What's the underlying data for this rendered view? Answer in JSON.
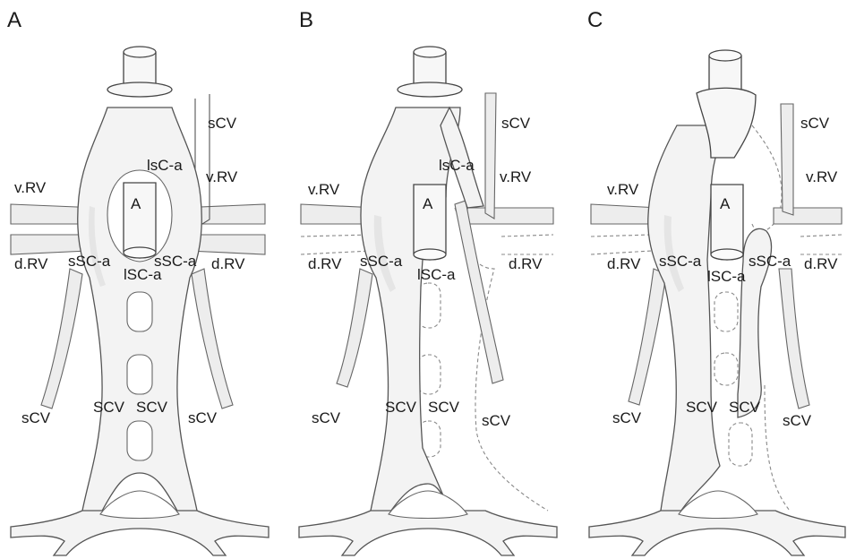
{
  "panels": [
    {
      "letter": "A",
      "labels": {
        "scv_top": "sCV",
        "vrv_right": "v.RV",
        "vrv_left": "v.RV",
        "lsca_top": "lsC-a",
        "aorta": "A",
        "drv_left": "d.RV",
        "drv_right": "d.RV",
        "ssca_left": "sSC-a",
        "ssca_right": "sSC-a",
        "lsca_bottom": "lSC-a",
        "scv_left": "sCV",
        "scv_right": "sCV",
        "scv_mid_left": "SCV",
        "scv_mid_right": "SCV"
      }
    },
    {
      "letter": "B",
      "labels": {
        "scv_top": "sCV",
        "vrv_right": "v.RV",
        "vrv_left": "v.RV",
        "lsca_top": "lsC-a",
        "aorta": "A",
        "drv_left": "d.RV",
        "drv_right": "d.RV",
        "ssca_left": "sSC-a",
        "lsca_bottom": "lSC-a",
        "scv_left": "sCV",
        "scv_right": "sCV",
        "scv_mid_left": "SCV",
        "scv_mid_right": "SCV"
      }
    },
    {
      "letter": "C",
      "labels": {
        "scv_top": "sCV",
        "vrv_right": "v.RV",
        "vrv_left": "v.RV",
        "aorta": "A",
        "drv_left": "d.RV",
        "drv_right": "d.RV",
        "ssca_left": "sSC-a",
        "ssca_right": "sSC-a",
        "lsca_bottom": "lSC-a",
        "scv_left": "sCV",
        "scv_right": "sCV",
        "scv_mid_left": "SCV",
        "scv_mid_right": "SCV"
      }
    }
  ]
}
